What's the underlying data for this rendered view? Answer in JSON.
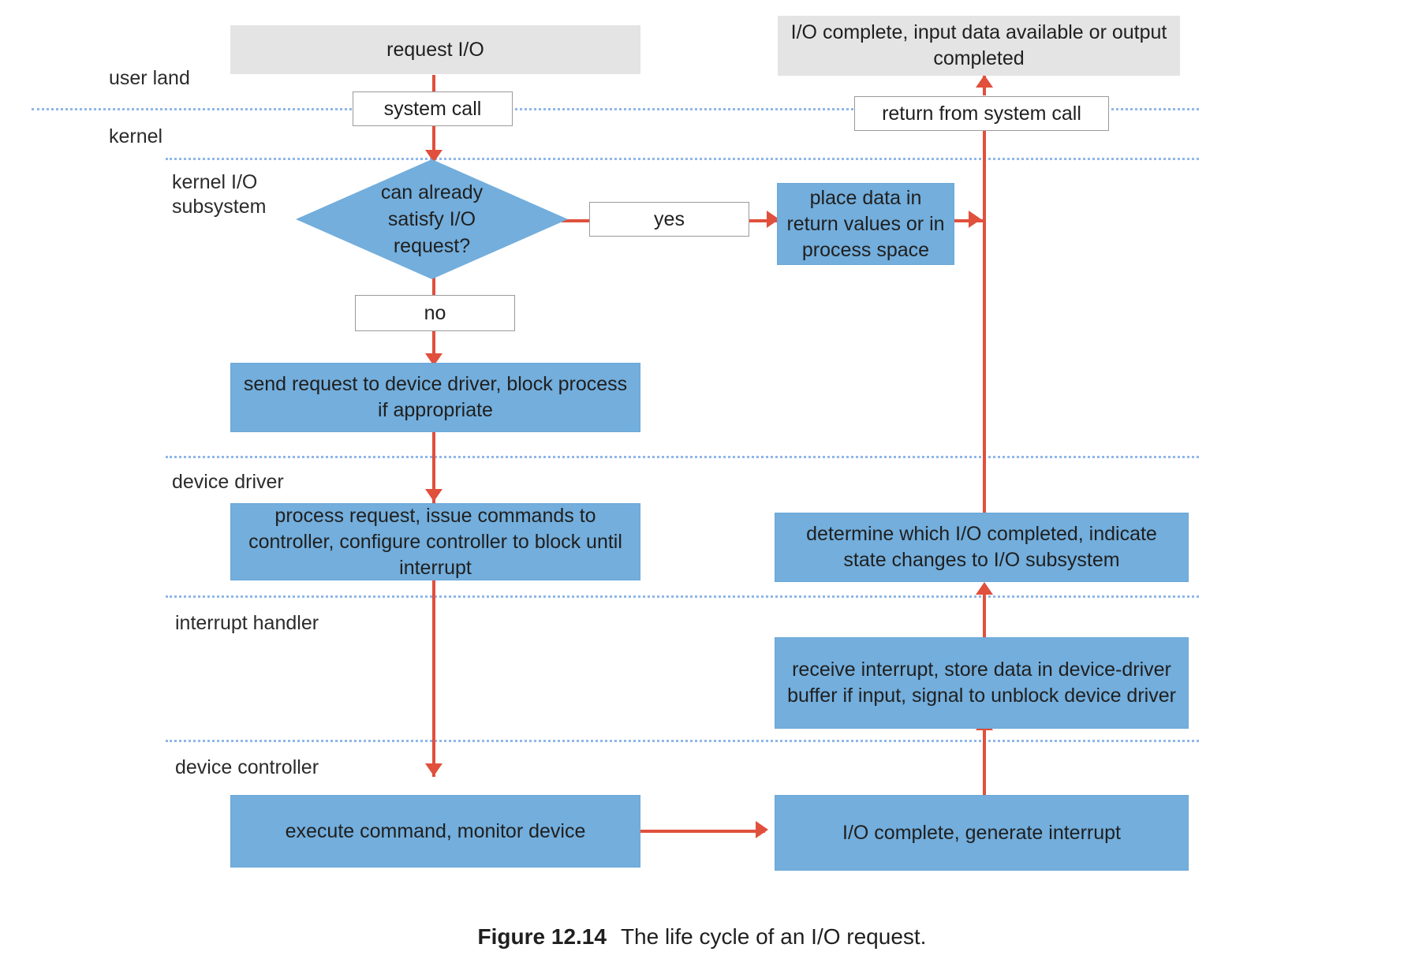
{
  "figure": {
    "number": "Figure 12.14",
    "title": "The life cycle of an I/O request."
  },
  "colors": {
    "process_fill": "#73aedc",
    "terminal_fill": "#e4e4e4",
    "decision_fill": "#73aedc",
    "connector": "#e0503c",
    "band_divider": "#8ab4e8",
    "label_text": "#2b2b2b"
  },
  "bands": [
    {
      "id": "user-land",
      "label": "user land"
    },
    {
      "id": "kernel",
      "label": "kernel"
    },
    {
      "id": "kernel-io-subsystem",
      "label": "kernel I/O\nsubsystem"
    },
    {
      "id": "device-driver",
      "label": "device driver"
    },
    {
      "id": "interrupt-handler",
      "label": "interrupt handler"
    },
    {
      "id": "device-controller",
      "label": "device controller"
    }
  ],
  "nodes": {
    "request_io": "request I/O",
    "io_complete_user": "I/O complete, input data available or output completed",
    "system_call": "system call",
    "return_from_system_call": "return from system call",
    "decision": "can already\nsatisfy I/O\nrequest?",
    "yes": "yes",
    "no": "no",
    "place_data": "place data in return values or in process space",
    "send_request": "send request to device driver, block process if appropriate",
    "process_request": "process request, issue commands to controller, configure controller to block until interrupt",
    "determine_io": "determine which I/O completed, indicate state changes to I/O subsystem",
    "receive_interrupt": "receive interrupt, store data in device-driver buffer if input, signal to unblock device driver",
    "execute_command": "execute command, monitor device",
    "io_complete_interrupt": "I/O complete, generate interrupt"
  }
}
